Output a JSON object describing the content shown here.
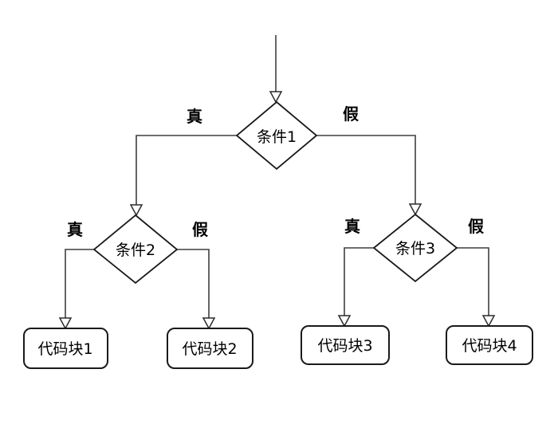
{
  "diagram": {
    "type": "flowchart",
    "colors": {
      "background": "#ffffff",
      "connector": "#3f3f3f",
      "shape_border": "#1a1a1a",
      "shape_fill": "#ffffff",
      "text": "#000000"
    },
    "nodes": {
      "cond1": {
        "label": "条件1",
        "shape": "decision"
      },
      "cond2": {
        "label": "条件2",
        "shape": "decision"
      },
      "cond3": {
        "label": "条件3",
        "shape": "decision"
      },
      "block1": {
        "label": "代码块1",
        "shape": "rounded-rect"
      },
      "block2": {
        "label": "代码块2",
        "shape": "rounded-rect"
      },
      "block3": {
        "label": "代码块3",
        "shape": "rounded-rect"
      },
      "block4": {
        "label": "代码块4",
        "shape": "rounded-rect"
      }
    },
    "edge_labels": {
      "cond1_true": "真",
      "cond1_false": "假",
      "cond2_true": "真",
      "cond2_false": "假",
      "cond3_true": "真",
      "cond3_false": "假"
    }
  }
}
